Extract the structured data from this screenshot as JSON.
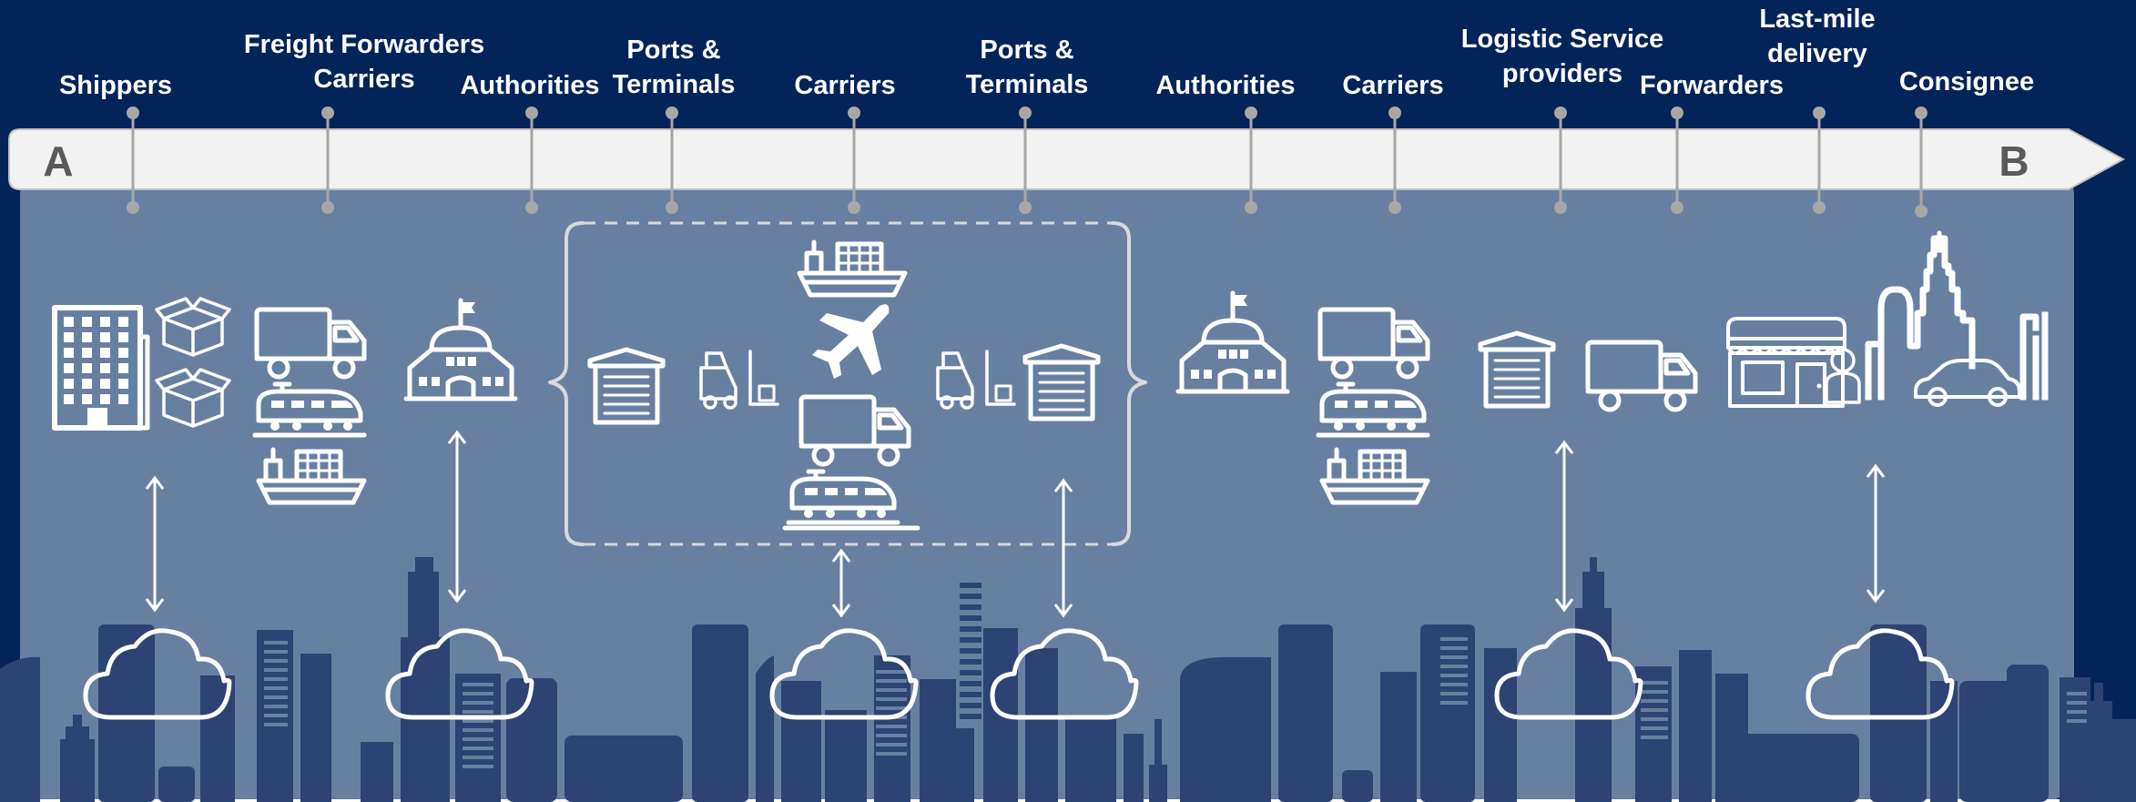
{
  "colors": {
    "background": "#032458",
    "panel": "#6780a2",
    "city": "#2d4373",
    "arrow_bar": "#f2f2f2",
    "pin": "#a7a7a7",
    "icon": "#ffffff"
  },
  "route": {
    "start": "A",
    "end": "B"
  },
  "actors": [
    {
      "lines": [
        "Shippers"
      ]
    },
    {
      "lines": [
        "Freight Forwarders",
        "Carriers"
      ]
    },
    {
      "lines": [
        "Authorities"
      ]
    },
    {
      "lines": [
        "Ports &",
        "Terminals"
      ]
    },
    {
      "lines": [
        "Carriers"
      ]
    },
    {
      "lines": [
        "Ports &",
        "Terminals"
      ]
    },
    {
      "lines": [
        "Authorities"
      ]
    },
    {
      "lines": [
        "Carriers"
      ]
    },
    {
      "lines": [
        "Logistic Service",
        "providers"
      ]
    },
    {
      "lines": [
        "Forwarders"
      ]
    },
    {
      "lines": [
        "Last-mile",
        "delivery"
      ]
    },
    {
      "lines": [
        "Consignee"
      ]
    }
  ],
  "icons": [
    "office-building-icon",
    "parcel-box-icon",
    "truck-icon",
    "train-icon",
    "cargo-ship-icon",
    "government-building-icon",
    "warehouse-icon",
    "forklift-icon",
    "airplane-icon",
    "storefront-icon",
    "person-icon",
    "city-skyline-icon",
    "car-icon",
    "cloud-icon"
  ]
}
